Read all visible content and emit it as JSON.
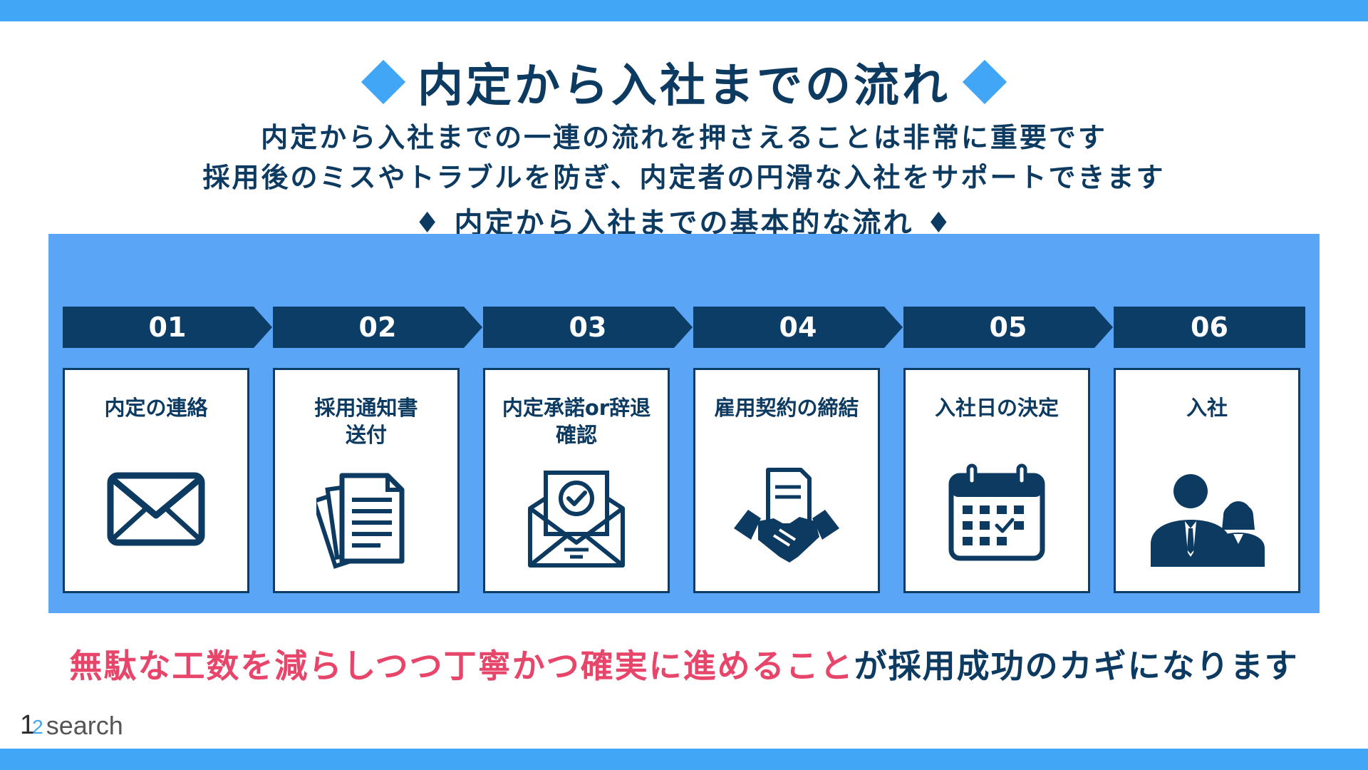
{
  "title": "内定から入社までの流れ",
  "subtitle_line1": "内定から入社までの一連の流れを押さえることは非常に重要です",
  "subtitle_line2": "採用後のミスやトラブルを防ぎ、内定者の円滑な入社をサポートできます",
  "section_heading": "♦ 内定から入社までの基本的な流れ ♦",
  "steps": [
    {
      "number": "01",
      "label": "内定の連絡",
      "icon": "envelope-icon"
    },
    {
      "number": "02",
      "label": "採用通知書\n送付",
      "icon": "documents-icon"
    },
    {
      "number": "03",
      "label": "内定承諾or辞退\n確認",
      "icon": "envelope-check-icon"
    },
    {
      "number": "04",
      "label": "雇用契約の締結",
      "icon": "handshake-contract-icon"
    },
    {
      "number": "05",
      "label": "入社日の決定",
      "icon": "calendar-icon"
    },
    {
      "number": "06",
      "label": "入社",
      "icon": "people-icon"
    }
  ],
  "bottom_message": {
    "highlight": "無駄な工数を減らしつつ丁寧かつ確実に進めること",
    "rest": "が採用成功のカギになります"
  },
  "logo": {
    "mark_1": "1",
    "mark_2": "2",
    "text": "search"
  },
  "colors": {
    "accent_blue": "#41a6f6",
    "panel_blue": "#5aa5f5",
    "navy": "#0c3d66",
    "highlight_pink": "#e8456a"
  }
}
